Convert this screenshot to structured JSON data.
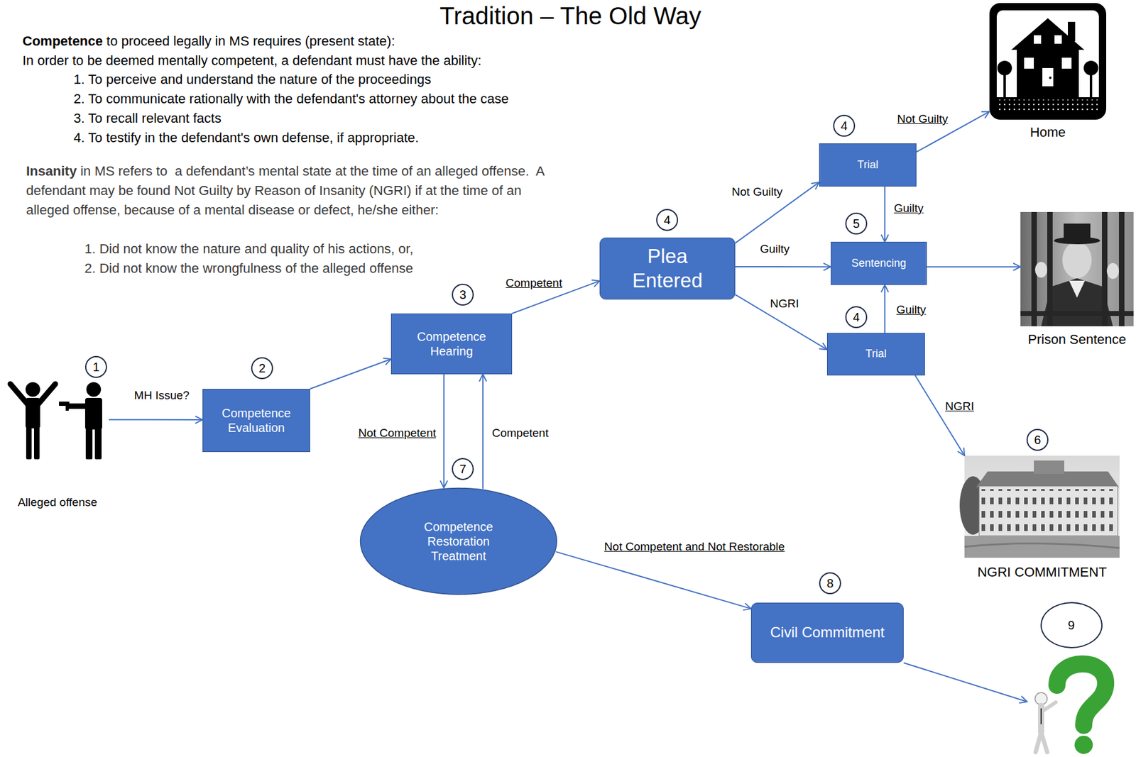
{
  "diagram": {
    "title": "Tradition – The Old Way",
    "nodes": [
      {
        "text": [
          "Alleged offense"
        ]
      },
      {
        "text": [
          "Competence Evaluation"
        ]
      },
      {
        "text": [
          "Competence Hearing"
        ]
      },
      {
        "text": [
          "Competence Restoration Treatment"
        ]
      },
      {
        "text": [
          "Plea Entered"
        ]
      },
      {
        "text": [
          "Trial"
        ]
      },
      {
        "text": [
          "Sentencing"
        ]
      },
      {
        "text": [
          "Trial"
        ]
      },
      {
        "text": [
          "Civil Commitment"
        ]
      },
      {
        "text": [
          "Home"
        ]
      },
      {
        "text": [
          "Prison Sentence"
        ]
      },
      {
        "text": [
          "NGRI COMMITMENT"
        ]
      },
      {
        "text": [
          "9"
        ]
      }
    ],
    "edges": [
      {
        "from": 0,
        "to": 1,
        "label": "MH Issue?",
        "arrow": "to"
      },
      {
        "from": 1,
        "to": 2,
        "arrow": "to"
      },
      {
        "from": 2,
        "to": 4,
        "label": "Competent",
        "arrow": "to"
      },
      {
        "from": 2,
        "to": 3,
        "label": "Not Competent",
        "arrow": "to"
      },
      {
        "from": 3,
        "to": 2,
        "label": "Competent",
        "arrow": "to"
      },
      {
        "from": 4,
        "to": 5,
        "label": "Not Guilty",
        "arrow": "to"
      },
      {
        "from": 4,
        "to": 6,
        "label": "Guilty",
        "arrow": "to"
      },
      {
        "from": 4,
        "to": 7,
        "label": "NGRI",
        "arrow": "to"
      },
      {
        "from": 5,
        "to": 9,
        "label": "Not Guilty",
        "arrow": "to"
      },
      {
        "from": 5,
        "to": 6,
        "label": "Guilty",
        "arrow": "to"
      },
      {
        "from": 7,
        "to": 6,
        "label": "Guilty",
        "arrow": "to"
      },
      {
        "from": 6,
        "to": 10,
        "arrow": "to"
      },
      {
        "from": 7,
        "to": 11,
        "label": "NGRI",
        "arrow": "to"
      },
      {
        "from": 3,
        "to": 8,
        "label": "Not Competent and Not Restorable",
        "arrow": "to"
      },
      {
        "from": 8,
        "to": 12,
        "arrow": "to"
      }
    ],
    "labels": [
      "Competence",
      "to proceed legally in MS requires (present state):",
      "In order to be deemed mentally competent, a defendant must have the ability:",
      "1. To perceive and understand the nature of the proceedings",
      "2. To communicate rationally with the defendant's attorney about the case",
      "3. To recall relevant facts",
      "4. To testify in the defendant's own defense, if appropriate.",
      "Insanity",
      "in MS refers to  a defendant’s mental state at the time of an alleged offense.  A defendant may be found Not Guilty by Reason of Insanity (NGRI) if at the time of an alleged offense, because of a mental disease or defect, he/she either:",
      "1. Did not know the nature and quality of his actions, or,",
      "2. Did not know the wrongfulness of the alleged offense",
      "1",
      "2",
      "3",
      "7",
      "4",
      "4",
      "5",
      "4",
      "6",
      "8"
    ]
  }
}
